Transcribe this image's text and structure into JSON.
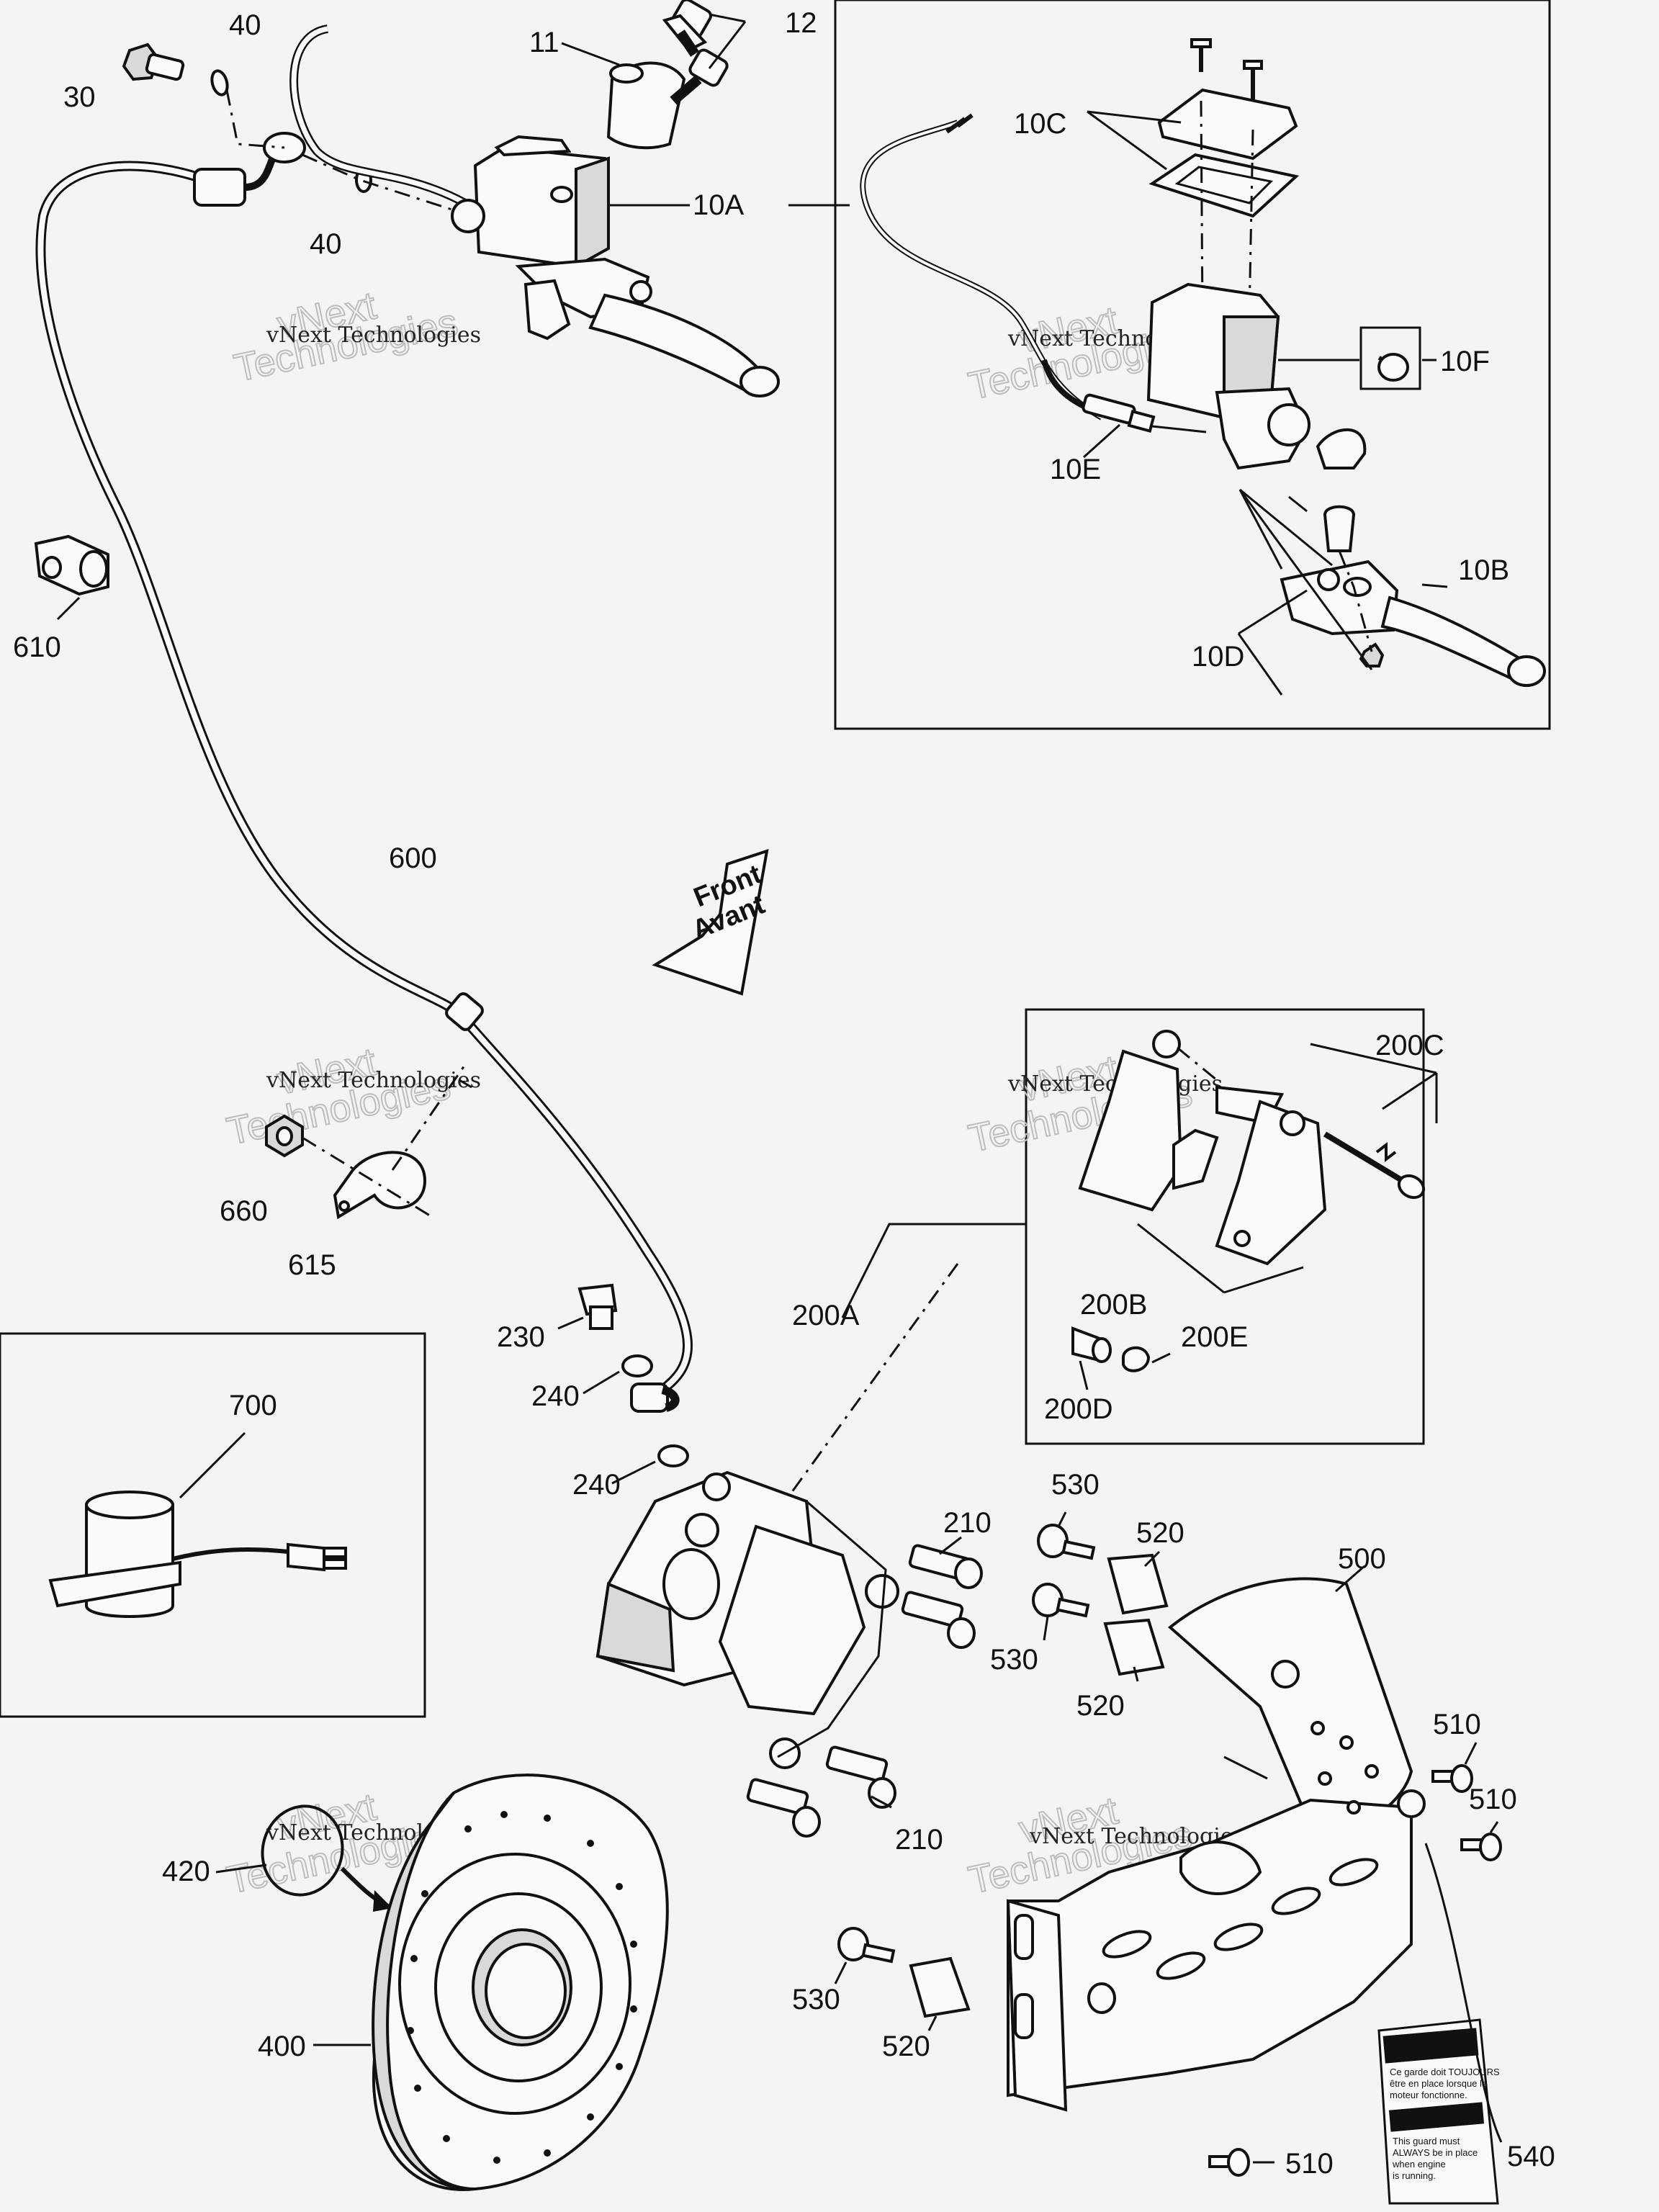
{
  "watermark": {
    "line1": "vNext Technologies",
    "line2a": "vNext",
    "line2b": "Technologies"
  },
  "front_arrow": {
    "line1": "Front",
    "line2": "Avant"
  },
  "labels": {
    "p30": "30",
    "p40a": "40",
    "p40b": "40",
    "p11": "11",
    "p12": "12",
    "p10A": "10A",
    "p10C": "10C",
    "p10F": "10F",
    "p10E": "10E",
    "p10B": "10B",
    "p10D": "10D",
    "p610": "610",
    "p600": "600",
    "p660": "660",
    "p615": "615",
    "p200C": "200C",
    "p200B": "200B",
    "p200A": "200A",
    "p200E": "200E",
    "p200D": "200D",
    "p230": "230",
    "p240a": "240",
    "p240b": "240",
    "p700": "700",
    "p210a": "210",
    "p210b": "210",
    "p530a": "530",
    "p530b": "530",
    "p530c": "530",
    "p520a": "520",
    "p520b": "520",
    "p520c": "520",
    "p500": "500",
    "p510a": "510",
    "p510b": "510",
    "p510c": "510",
    "p420": "420",
    "p400": "400",
    "p540": "540"
  },
  "decal": {
    "fr1": "Ce garde doit TOUJOURS",
    "fr2": "être en place lorsque le",
    "fr3": "moteur fonctionne.",
    "en1": "This guard must",
    "en2": "ALWAYS be in place",
    "en3": "when engine",
    "en4": "is running."
  }
}
